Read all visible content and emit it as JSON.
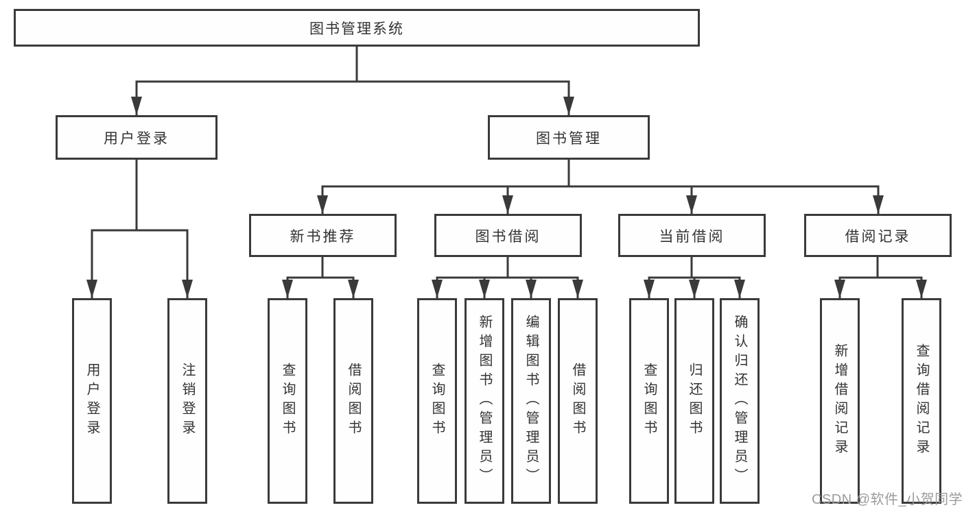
{
  "tree": {
    "root": {
      "label": "图书管理系统"
    },
    "level2": [
      {
        "label": "用户登录",
        "children": [
          "用户登录",
          "注销登录"
        ]
      },
      {
        "label": "图书管理"
      }
    ],
    "level3": [
      {
        "label": "新书推荐",
        "children": [
          "查询图书",
          "借阅图书"
        ]
      },
      {
        "label": "图书借阅",
        "children": [
          "查询图书",
          "新增图书（管理员）",
          "编辑图书（管理员）",
          "借阅图书"
        ]
      },
      {
        "label": "当前借阅",
        "children": [
          "查询图书",
          "归还图书",
          "确认归还（管理员）"
        ]
      },
      {
        "label": "借阅记录",
        "children": [
          "新增借阅记录",
          "查询借阅记录"
        ]
      }
    ]
  },
  "watermark": {
    "text": "CSDN @软件_小贺同学"
  },
  "colors": {
    "line": "#3a3a3a",
    "text": "#333333",
    "box_fill": "#fefefe",
    "background": "#ffffff",
    "watermark": "#9b9b9b"
  }
}
